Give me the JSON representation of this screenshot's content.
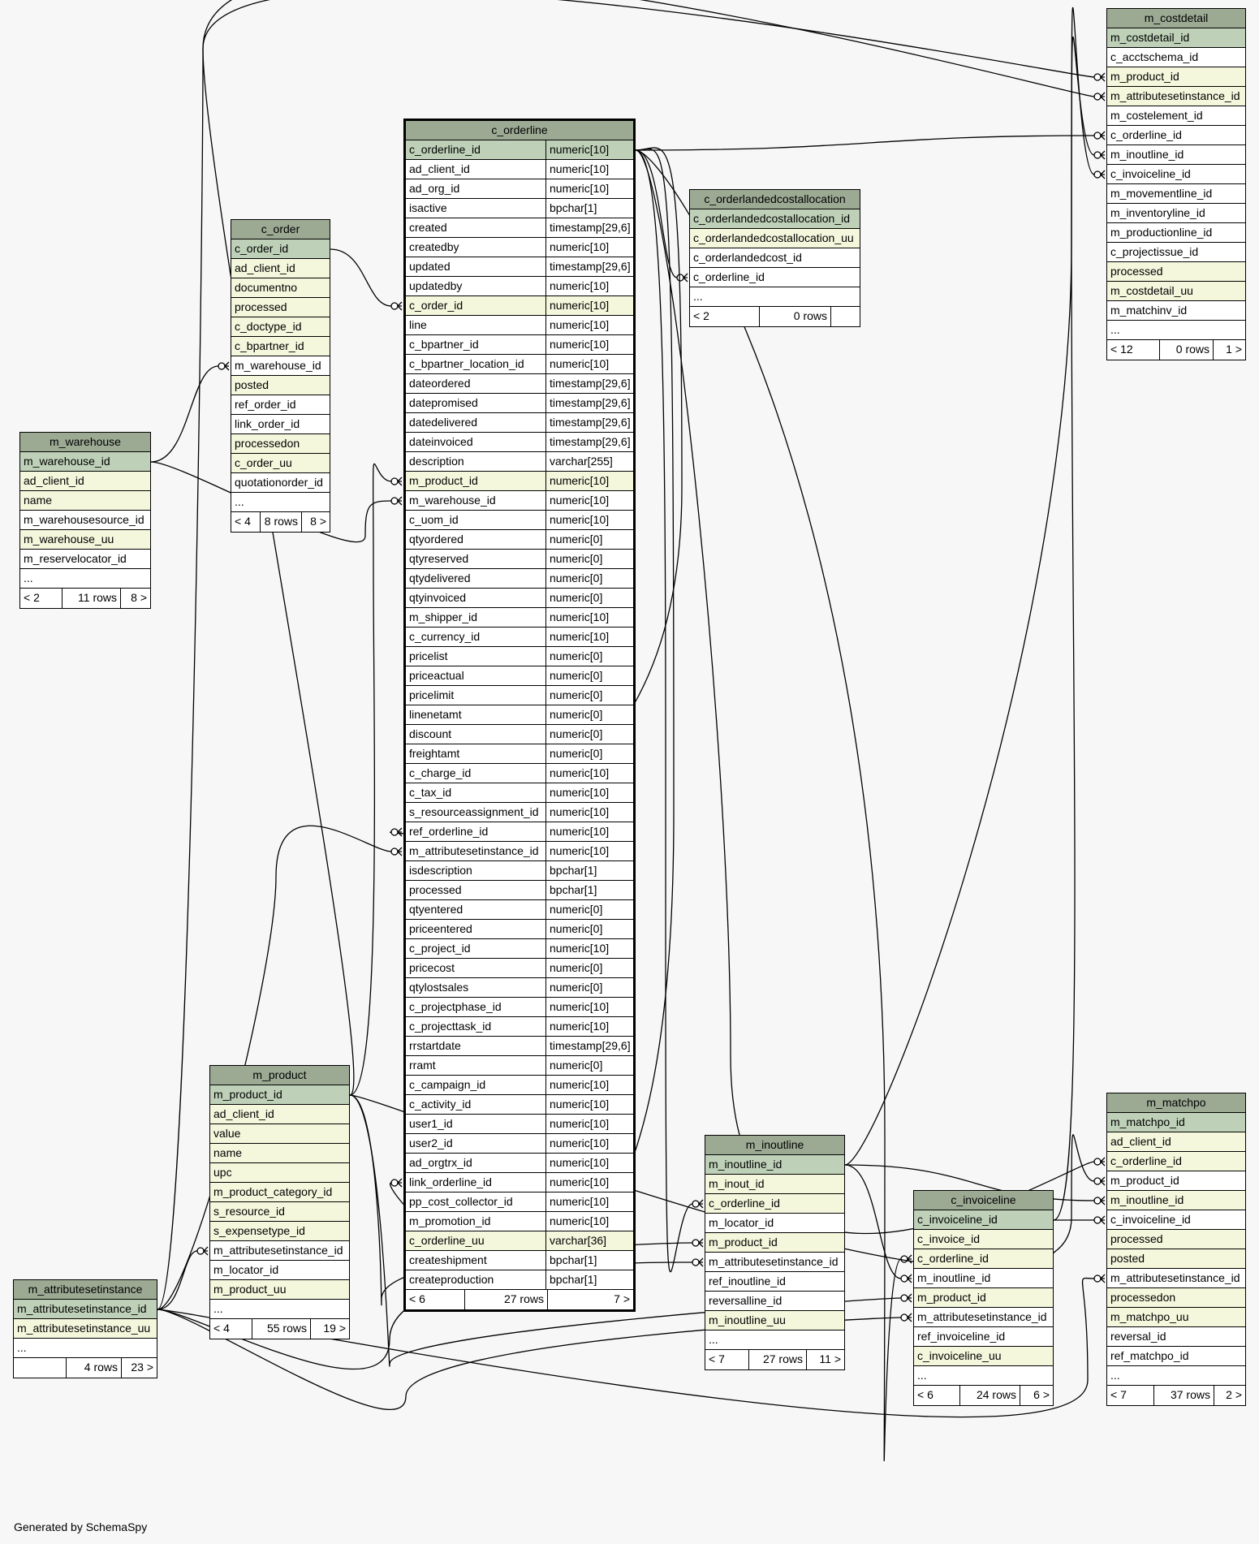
{
  "credit": "Generated by SchemaSpy",
  "tables": {
    "c_orderline": {
      "name": "c_orderline",
      "columns": [
        {
          "name": "c_orderline_id",
          "type": "numeric[10]",
          "kind": "pk"
        },
        {
          "name": "ad_client_id",
          "type": "numeric[10]",
          "kind": "plain"
        },
        {
          "name": "ad_org_id",
          "type": "numeric[10]",
          "kind": "plain"
        },
        {
          "name": "isactive",
          "type": "bpchar[1]",
          "kind": "plain"
        },
        {
          "name": "created",
          "type": "timestamp[29,6]",
          "kind": "plain"
        },
        {
          "name": "createdby",
          "type": "numeric[10]",
          "kind": "plain"
        },
        {
          "name": "updated",
          "type": "timestamp[29,6]",
          "kind": "plain"
        },
        {
          "name": "updatedby",
          "type": "numeric[10]",
          "kind": "plain"
        },
        {
          "name": "c_order_id",
          "type": "numeric[10]",
          "kind": "fk"
        },
        {
          "name": "line",
          "type": "numeric[10]",
          "kind": "plain"
        },
        {
          "name": "c_bpartner_id",
          "type": "numeric[10]",
          "kind": "plain"
        },
        {
          "name": "c_bpartner_location_id",
          "type": "numeric[10]",
          "kind": "plain"
        },
        {
          "name": "dateordered",
          "type": "timestamp[29,6]",
          "kind": "plain"
        },
        {
          "name": "datepromised",
          "type": "timestamp[29,6]",
          "kind": "plain"
        },
        {
          "name": "datedelivered",
          "type": "timestamp[29,6]",
          "kind": "plain"
        },
        {
          "name": "dateinvoiced",
          "type": "timestamp[29,6]",
          "kind": "plain"
        },
        {
          "name": "description",
          "type": "varchar[255]",
          "kind": "plain"
        },
        {
          "name": "m_product_id",
          "type": "numeric[10]",
          "kind": "fk"
        },
        {
          "name": "m_warehouse_id",
          "type": "numeric[10]",
          "kind": "plain"
        },
        {
          "name": "c_uom_id",
          "type": "numeric[10]",
          "kind": "plain"
        },
        {
          "name": "qtyordered",
          "type": "numeric[0]",
          "kind": "plain"
        },
        {
          "name": "qtyreserved",
          "type": "numeric[0]",
          "kind": "plain"
        },
        {
          "name": "qtydelivered",
          "type": "numeric[0]",
          "kind": "plain"
        },
        {
          "name": "qtyinvoiced",
          "type": "numeric[0]",
          "kind": "plain"
        },
        {
          "name": "m_shipper_id",
          "type": "numeric[10]",
          "kind": "plain"
        },
        {
          "name": "c_currency_id",
          "type": "numeric[10]",
          "kind": "plain"
        },
        {
          "name": "pricelist",
          "type": "numeric[0]",
          "kind": "plain"
        },
        {
          "name": "priceactual",
          "type": "numeric[0]",
          "kind": "plain"
        },
        {
          "name": "pricelimit",
          "type": "numeric[0]",
          "kind": "plain"
        },
        {
          "name": "linenetamt",
          "type": "numeric[0]",
          "kind": "plain"
        },
        {
          "name": "discount",
          "type": "numeric[0]",
          "kind": "plain"
        },
        {
          "name": "freightamt",
          "type": "numeric[0]",
          "kind": "plain"
        },
        {
          "name": "c_charge_id",
          "type": "numeric[10]",
          "kind": "plain"
        },
        {
          "name": "c_tax_id",
          "type": "numeric[10]",
          "kind": "plain"
        },
        {
          "name": "s_resourceassignment_id",
          "type": "numeric[10]",
          "kind": "plain"
        },
        {
          "name": "ref_orderline_id",
          "type": "numeric[10]",
          "kind": "plain"
        },
        {
          "name": "m_attributesetinstance_id",
          "type": "numeric[10]",
          "kind": "plain"
        },
        {
          "name": "isdescription",
          "type": "bpchar[1]",
          "kind": "plain"
        },
        {
          "name": "processed",
          "type": "bpchar[1]",
          "kind": "plain"
        },
        {
          "name": "qtyentered",
          "type": "numeric[0]",
          "kind": "plain"
        },
        {
          "name": "priceentered",
          "type": "numeric[0]",
          "kind": "plain"
        },
        {
          "name": "c_project_id",
          "type": "numeric[10]",
          "kind": "plain"
        },
        {
          "name": "pricecost",
          "type": "numeric[0]",
          "kind": "plain"
        },
        {
          "name": "qtylostsales",
          "type": "numeric[0]",
          "kind": "plain"
        },
        {
          "name": "c_projectphase_id",
          "type": "numeric[10]",
          "kind": "plain"
        },
        {
          "name": "c_projecttask_id",
          "type": "numeric[10]",
          "kind": "plain"
        },
        {
          "name": "rrstartdate",
          "type": "timestamp[29,6]",
          "kind": "plain"
        },
        {
          "name": "rramt",
          "type": "numeric[0]",
          "kind": "plain"
        },
        {
          "name": "c_campaign_id",
          "type": "numeric[10]",
          "kind": "plain"
        },
        {
          "name": "c_activity_id",
          "type": "numeric[10]",
          "kind": "plain"
        },
        {
          "name": "user1_id",
          "type": "numeric[10]",
          "kind": "plain"
        },
        {
          "name": "user2_id",
          "type": "numeric[10]",
          "kind": "plain"
        },
        {
          "name": "ad_orgtrx_id",
          "type": "numeric[10]",
          "kind": "plain"
        },
        {
          "name": "link_orderline_id",
          "type": "numeric[10]",
          "kind": "plain"
        },
        {
          "name": "pp_cost_collector_id",
          "type": "numeric[10]",
          "kind": "plain"
        },
        {
          "name": "m_promotion_id",
          "type": "numeric[10]",
          "kind": "plain"
        },
        {
          "name": "c_orderline_uu",
          "type": "varchar[36]",
          "kind": "fk"
        },
        {
          "name": "createshipment",
          "type": "bpchar[1]",
          "kind": "plain"
        },
        {
          "name": "createproduction",
          "type": "bpchar[1]",
          "kind": "plain"
        }
      ],
      "footer": [
        "< 6",
        "27 rows",
        "7 >"
      ]
    },
    "c_order": {
      "name": "c_order",
      "columns": [
        {
          "name": "c_order_id",
          "kind": "pk"
        },
        {
          "name": "ad_client_id",
          "kind": "fk"
        },
        {
          "name": "documentno",
          "kind": "fk"
        },
        {
          "name": "processed",
          "kind": "fk"
        },
        {
          "name": "c_doctype_id",
          "kind": "fk"
        },
        {
          "name": "c_bpartner_id",
          "kind": "fk"
        },
        {
          "name": "m_warehouse_id",
          "kind": "plain"
        },
        {
          "name": "posted",
          "kind": "fk"
        },
        {
          "name": "ref_order_id",
          "kind": "plain"
        },
        {
          "name": "link_order_id",
          "kind": "plain"
        },
        {
          "name": "processedon",
          "kind": "fk"
        },
        {
          "name": "c_order_uu",
          "kind": "fk"
        },
        {
          "name": "quotationorder_id",
          "kind": "plain"
        },
        {
          "name": "...",
          "kind": "plain"
        }
      ],
      "footer": [
        "< 4",
        "8 rows",
        "8 >"
      ]
    },
    "m_warehouse": {
      "name": "m_warehouse",
      "columns": [
        {
          "name": "m_warehouse_id",
          "kind": "pk"
        },
        {
          "name": "ad_client_id",
          "kind": "fk"
        },
        {
          "name": "name",
          "kind": "fk"
        },
        {
          "name": "m_warehousesource_id",
          "kind": "plain"
        },
        {
          "name": "m_warehouse_uu",
          "kind": "fk"
        },
        {
          "name": "m_reservelocator_id",
          "kind": "plain"
        },
        {
          "name": "...",
          "kind": "plain"
        }
      ],
      "footer": [
        "< 2",
        "11 rows",
        "8 >"
      ]
    },
    "m_product": {
      "name": "m_product",
      "columns": [
        {
          "name": "m_product_id",
          "kind": "pk"
        },
        {
          "name": "ad_client_id",
          "kind": "fk"
        },
        {
          "name": "value",
          "kind": "fk"
        },
        {
          "name": "name",
          "kind": "fk"
        },
        {
          "name": "upc",
          "kind": "fk"
        },
        {
          "name": "m_product_category_id",
          "kind": "fk"
        },
        {
          "name": "s_resource_id",
          "kind": "fk"
        },
        {
          "name": "s_expensetype_id",
          "kind": "fk"
        },
        {
          "name": "m_attributesetinstance_id",
          "kind": "plain"
        },
        {
          "name": "m_locator_id",
          "kind": "plain"
        },
        {
          "name": "m_product_uu",
          "kind": "fk"
        },
        {
          "name": "...",
          "kind": "plain"
        }
      ],
      "footer": [
        "< 4",
        "55 rows",
        "19 >"
      ]
    },
    "m_attributesetinstance": {
      "name": "m_attributesetinstance",
      "columns": [
        {
          "name": "m_attributesetinstance_id",
          "kind": "pk"
        },
        {
          "name": "m_attributesetinstance_uu",
          "kind": "fk"
        },
        {
          "name": "...",
          "kind": "plain"
        }
      ],
      "footer": [
        "",
        "4 rows",
        "23 >"
      ]
    },
    "c_orderlandedcostallocation": {
      "name": "c_orderlandedcostallocation",
      "columns": [
        {
          "name": "c_orderlandedcostallocation_id",
          "kind": "pk"
        },
        {
          "name": "c_orderlandedcostallocation_uu",
          "kind": "fk"
        },
        {
          "name": "c_orderlandedcost_id",
          "kind": "plain"
        },
        {
          "name": "c_orderline_id",
          "kind": "plain"
        },
        {
          "name": "...",
          "kind": "plain"
        }
      ],
      "footer": [
        "< 2",
        "0 rows",
        ""
      ]
    },
    "m_costdetail": {
      "name": "m_costdetail",
      "columns": [
        {
          "name": "m_costdetail_id",
          "kind": "pk"
        },
        {
          "name": "c_acctschema_id",
          "kind": "plain"
        },
        {
          "name": "m_product_id",
          "kind": "fk"
        },
        {
          "name": "m_attributesetinstance_id",
          "kind": "fk"
        },
        {
          "name": "m_costelement_id",
          "kind": "plain"
        },
        {
          "name": "c_orderline_id",
          "kind": "plain"
        },
        {
          "name": "m_inoutline_id",
          "kind": "plain"
        },
        {
          "name": "c_invoiceline_id",
          "kind": "plain"
        },
        {
          "name": "m_movementline_id",
          "kind": "plain"
        },
        {
          "name": "m_inventoryline_id",
          "kind": "plain"
        },
        {
          "name": "m_productionline_id",
          "kind": "plain"
        },
        {
          "name": "c_projectissue_id",
          "kind": "plain"
        },
        {
          "name": "processed",
          "kind": "fk"
        },
        {
          "name": "m_costdetail_uu",
          "kind": "fk"
        },
        {
          "name": "m_matchinv_id",
          "kind": "plain"
        },
        {
          "name": "...",
          "kind": "plain"
        }
      ],
      "footer": [
        "< 12",
        "0 rows",
        "1 >"
      ]
    },
    "m_inoutline": {
      "name": "m_inoutline",
      "columns": [
        {
          "name": "m_inoutline_id",
          "kind": "pk"
        },
        {
          "name": "m_inout_id",
          "kind": "fk"
        },
        {
          "name": "c_orderline_id",
          "kind": "fk"
        },
        {
          "name": "m_locator_id",
          "kind": "plain"
        },
        {
          "name": "m_product_id",
          "kind": "fk"
        },
        {
          "name": "m_attributesetinstance_id",
          "kind": "plain"
        },
        {
          "name": "ref_inoutline_id",
          "kind": "plain"
        },
        {
          "name": "reversalline_id",
          "kind": "plain"
        },
        {
          "name": "m_inoutline_uu",
          "kind": "fk"
        },
        {
          "name": "...",
          "kind": "plain"
        }
      ],
      "footer": [
        "< 7",
        "27 rows",
        "11 >"
      ]
    },
    "c_invoiceline": {
      "name": "c_invoiceline",
      "columns": [
        {
          "name": "c_invoiceline_id",
          "kind": "pk"
        },
        {
          "name": "c_invoice_id",
          "kind": "fk"
        },
        {
          "name": "c_orderline_id",
          "kind": "fk"
        },
        {
          "name": "m_inoutline_id",
          "kind": "plain"
        },
        {
          "name": "m_product_id",
          "kind": "fk"
        },
        {
          "name": "m_attributesetinstance_id",
          "kind": "plain"
        },
        {
          "name": "ref_invoiceline_id",
          "kind": "plain"
        },
        {
          "name": "c_invoiceline_uu",
          "kind": "fk"
        },
        {
          "name": "...",
          "kind": "plain"
        }
      ],
      "footer": [
        "< 6",
        "24 rows",
        "6 >"
      ]
    },
    "m_matchpo": {
      "name": "m_matchpo",
      "columns": [
        {
          "name": "m_matchpo_id",
          "kind": "pk"
        },
        {
          "name": "ad_client_id",
          "kind": "fk"
        },
        {
          "name": "c_orderline_id",
          "kind": "fk"
        },
        {
          "name": "m_product_id",
          "kind": "plain"
        },
        {
          "name": "m_inoutline_id",
          "kind": "fk"
        },
        {
          "name": "c_invoiceline_id",
          "kind": "plain"
        },
        {
          "name": "processed",
          "kind": "fk"
        },
        {
          "name": "posted",
          "kind": "fk"
        },
        {
          "name": "m_attributesetinstance_id",
          "kind": "plain"
        },
        {
          "name": "processedon",
          "kind": "fk"
        },
        {
          "name": "m_matchpo_uu",
          "kind": "fk"
        },
        {
          "name": "reversal_id",
          "kind": "plain"
        },
        {
          "name": "ref_matchpo_id",
          "kind": "plain"
        },
        {
          "name": "...",
          "kind": "plain"
        }
      ],
      "footer": [
        "< 7",
        "37 rows",
        "2 >"
      ]
    }
  }
}
